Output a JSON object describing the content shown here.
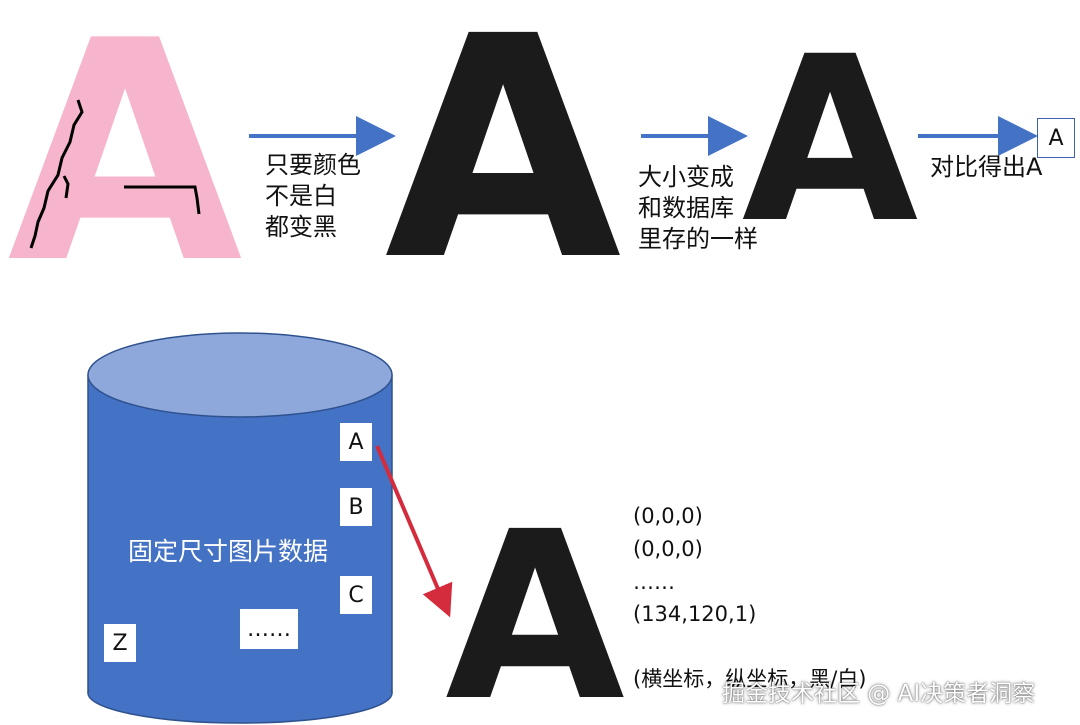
{
  "colors": {
    "pink_letter": "#f6b4cd",
    "black_letter": "#1b1b1b",
    "arrow_blue": "#4472c4",
    "arrow_red": "#d42c3c",
    "cylinder_body": "#4472c4",
    "cylinder_top": "#8fa8dc",
    "cylinder_edge": "#2f528f"
  },
  "top_row": {
    "letters": [
      "A",
      "A",
      "A"
    ],
    "step1_caption": "只要颜色\n不是白\n都变黑",
    "step2_caption": "大小变成\n和数据库\n里存的一样",
    "step3_caption": "对比得出A",
    "result_letter": "A"
  },
  "database": {
    "title": "固定尺寸图片数据",
    "labels": {
      "a": "A",
      "b": "B",
      "c": "C",
      "z": "Z",
      "more": "……"
    }
  },
  "output": {
    "letter": "A",
    "pixel_values": [
      "(0,0,0)",
      "(0,0,0)",
      "……",
      "(134,120,1)",
      "(横坐标，纵坐标，黑/白)"
    ]
  },
  "watermark": "掘金技术社区 @ AI决策者洞察"
}
